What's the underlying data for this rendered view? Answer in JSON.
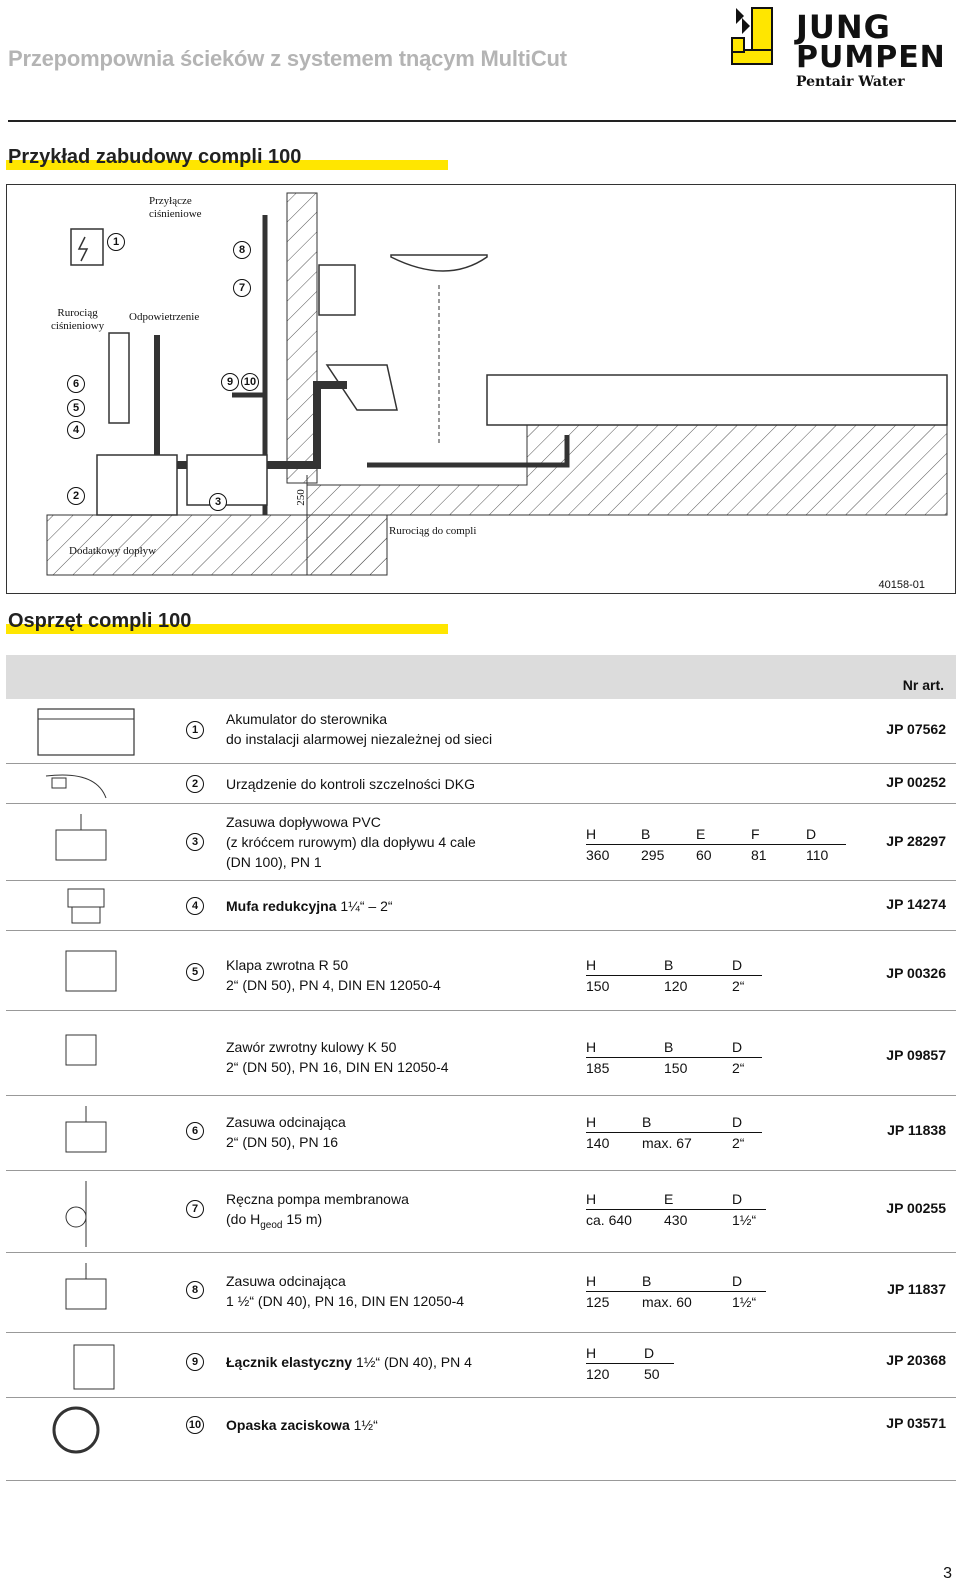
{
  "header": {
    "title": "Przepompownia ścieków z systemem tnącym MultiCut",
    "logo_line1": "JUNG",
    "logo_line2": "PUMPEN",
    "logo_sub": "Pentair Water"
  },
  "section1": {
    "title": "Przykład zabudowy compli 100",
    "labels": {
      "przylacze": "Przyłącze\nciśnieniowe",
      "rurociag_cisn": "Rurociąg\nciśnieniowy",
      "odpowietrzenie": "Odpowietrzenie",
      "dodatkowy": "Dodatkowy dopływ",
      "rurociag_compli": "Rurociąg do compli",
      "height": "250",
      "code": "40158-01",
      "callouts": [
        "1",
        "2",
        "3",
        "4",
        "5",
        "6",
        "7",
        "8",
        "9",
        "10"
      ]
    }
  },
  "section2": {
    "title": "Osprzęt compli 100",
    "col_header": "Nr art."
  },
  "rows": [
    {
      "num": "1",
      "title": "Akumulator do sterownika",
      "desc": "do instalacji alarmowej niezależnej od sieci",
      "dims_h": [],
      "dims_v": [],
      "art": "JP 07562"
    },
    {
      "num": "2",
      "title": "Urządzenie do kontroli szczelności DKG",
      "desc": "",
      "dims_h": [],
      "dims_v": [],
      "art": "JP 00252"
    },
    {
      "num": "3",
      "title": "Zasuwa dopływowa PVC",
      "desc": "(z króćcem rurowym) dla dopływu 4 cale\n(DN 100), PN 1",
      "dims_h": [
        "H",
        "B",
        "E",
        "F",
        "D"
      ],
      "dims_v": [
        "360",
        "295",
        "60",
        "81",
        "110"
      ],
      "art": "JP 28297"
    },
    {
      "num": "4",
      "title": "Mufa redukcyjna",
      "desc": "1¼“ – 2“",
      "dims_h": [],
      "dims_v": [],
      "art": "JP 14274"
    },
    {
      "num": "5",
      "title": "Klapa zwrotna R 50",
      "desc": "2“ (DN 50), PN 4, DIN EN 12050-4",
      "dims_h": [
        "H",
        "B",
        "D"
      ],
      "dims_v": [
        "150",
        "120",
        "2“"
      ],
      "art": "JP 00326"
    },
    {
      "num": "",
      "title": "Zawór zwrotny kulowy K 50",
      "desc": "2“ (DN 50), PN 16, DIN EN 12050-4",
      "dims_h": [
        "H",
        "B",
        "D"
      ],
      "dims_v": [
        "185",
        "150",
        "2“"
      ],
      "art": "JP 09857"
    },
    {
      "num": "6",
      "title": "Zasuwa odcinająca",
      "desc": "2“ (DN 50), PN 16",
      "dims_h": [
        "H",
        "B",
        "D"
      ],
      "dims_v": [
        "140",
        "max. 67",
        "2“"
      ],
      "art": "JP 11838"
    },
    {
      "num": "7",
      "title": "Ręczna pompa membranowa",
      "desc": "(do H",
      "desc_sub": "geod",
      "desc_tail": " 15 m)",
      "dims_h": [
        "H",
        "E",
        "D"
      ],
      "dims_v": [
        "ca. 640",
        "430",
        "1½“"
      ],
      "art": "JP 00255"
    },
    {
      "num": "8",
      "title": "Zasuwa odcinająca",
      "desc": "1 ½“ (DN 40), PN 16, DIN EN 12050-4",
      "dims_h": [
        "H",
        "B",
        "D"
      ],
      "dims_v": [
        "125",
        "max. 60",
        "1½“"
      ],
      "art": "JP 11837"
    },
    {
      "num": "9",
      "title": "Łącznik elastyczny",
      "desc": "1½“ (DN 40), PN 4",
      "dims_h": [
        "H",
        "D"
      ],
      "dims_v": [
        "120",
        "50"
      ],
      "art": "JP 20368"
    },
    {
      "num": "10",
      "title": "Opaska zaciskowa",
      "desc": "1½“",
      "dims_h": [],
      "dims_v": [],
      "art": "JP 03571"
    }
  ],
  "page_number": "3"
}
